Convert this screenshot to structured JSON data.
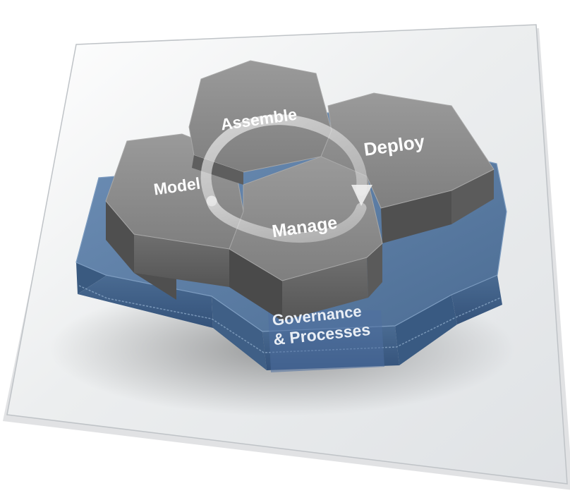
{
  "diagram": {
    "hexagons": {
      "assemble": "Assemble",
      "deploy": "Deploy",
      "model": "Model",
      "manage": "Manage"
    },
    "base_label_line1": "Governance",
    "base_label_line2": "& Processes"
  },
  "colors": {
    "hex_top": "#8d8d8d",
    "hex_side": "#6b6b6b",
    "hex_side_dark": "#4f4f4f",
    "base_top": "#5b7ca3",
    "base_side": "#3f5f86",
    "card": "#eef0f2",
    "label": "#ffffff"
  }
}
